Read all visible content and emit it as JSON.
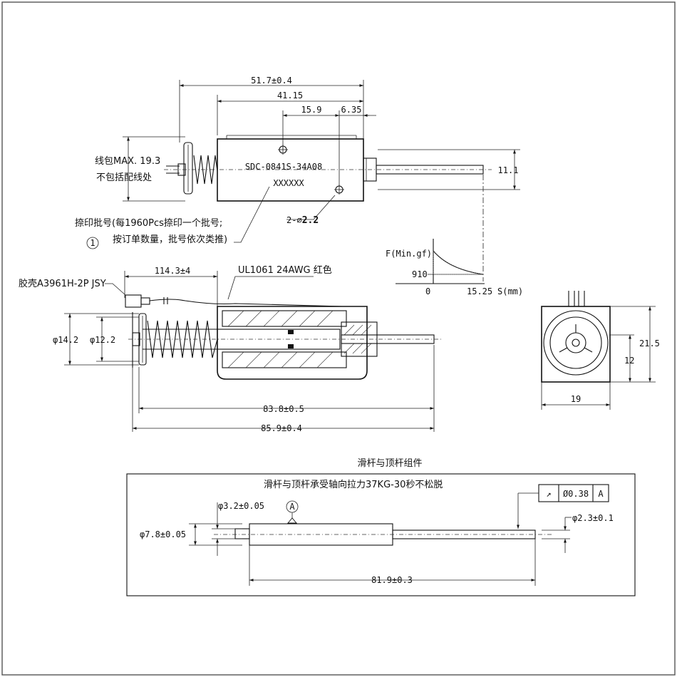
{
  "top_view": {
    "dim_overall": "51.7±0.4",
    "dim_body": "41.15",
    "dim_hole_a": "15.9",
    "dim_hole_b": "6.35",
    "dim_height": "11.1",
    "coil_note_line1": "线包MAX. 19.3",
    "coil_note_line2": "不包括配线处",
    "model": "SDC-0841S-34A08",
    "batch_code": "XXXXXX",
    "hole_callout_prefix": "2-∅",
    "hole_callout_value": "2.2",
    "print_note_line1": "捺印批号(每1960Pcs捺印一个批号;",
    "print_note_line2": "按订单数量，批号依次类推)",
    "note_marker": "1"
  },
  "force_graph": {
    "y_label": "F(Min.gf)",
    "y_value": "910",
    "origin": "0",
    "x_value": "15.25",
    "x_label": "S(mm)"
  },
  "side_view": {
    "housing_label": "胶壳A3961H-2P JSY",
    "dim_wire": "114.3±4",
    "wire_label": "UL1061 24AWG 红色",
    "dim_dia_outer": "φ14.2",
    "dim_dia_inner": "φ12.2",
    "dim_len_a": "83.8±0.5",
    "dim_len_b": "85.9±0.4"
  },
  "end_view": {
    "dim_height": "21.5",
    "dim_center": "12",
    "dim_width": "19"
  },
  "plunger": {
    "section_title": "滑杆与顶杆组件",
    "box_note": "滑杆与顶杆承受轴向拉力37KG-30秒不松脱",
    "tolerance_symbol": "↗",
    "tolerance_value": "Ø0.38",
    "tolerance_datum": "A",
    "datum_marker": "A",
    "dim_small_dia": "φ3.2±0.05",
    "dim_large_dia": "φ7.8±0.05",
    "dim_pin_dia": "φ2.3±0.1",
    "dim_length": "81.9±0.3"
  }
}
